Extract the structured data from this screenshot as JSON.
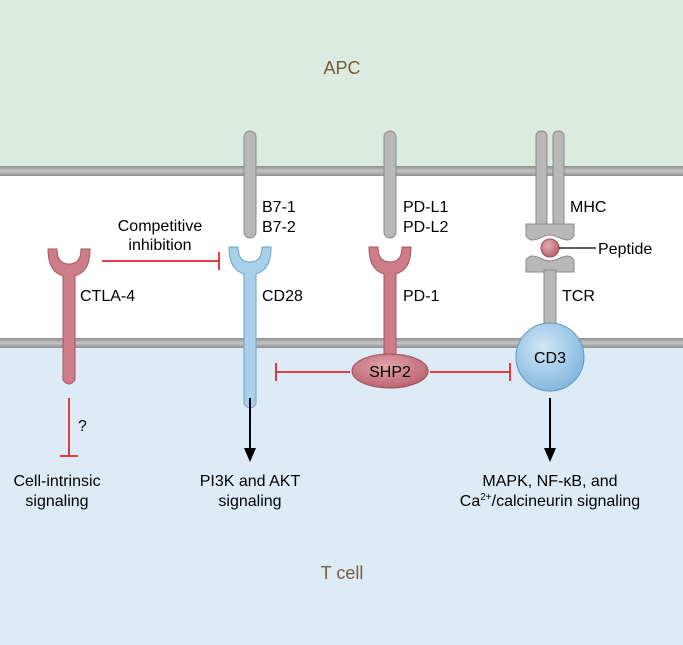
{
  "compartments": {
    "apc": "APC",
    "tcell": "T cell"
  },
  "molecules": {
    "b7_1": "B7-1",
    "b7_2": "B7-2",
    "pdl1": "PD-L1",
    "pdl2": "PD-L2",
    "mhc": "MHC",
    "peptide": "Peptide",
    "ctla4": "CTLA-4",
    "cd28": "CD28",
    "pd1": "PD-1",
    "tcr": "TCR",
    "cd3": "CD3",
    "shp2": "SHP2"
  },
  "annotations": {
    "competitive_1": "Competitive",
    "competitive_2": "inhibition",
    "question": "?"
  },
  "outputs": {
    "cell_intrinsic_1": "Cell-intrinsic",
    "cell_intrinsic_2": "signaling",
    "pi3k_1": "PI3K and AKT",
    "pi3k_2": "signaling",
    "mapk_1": "MAPK, NF-κB, and",
    "mapk_2_pre": "Ca",
    "mapk_2_sup": "2+",
    "mapk_2_post": "/calcineurin signaling"
  },
  "colors": {
    "apc_background": "#dcebdf",
    "tcell_background": "#dcebf5",
    "membrane": "#a7a7a7",
    "gray_receptor": "#b8b8b8",
    "pink_receptor": "#cd7d87",
    "blue_receptor": "#a9d0ea",
    "inhibition_line": "#e0262c",
    "compartment_label": "#7a5a38"
  }
}
